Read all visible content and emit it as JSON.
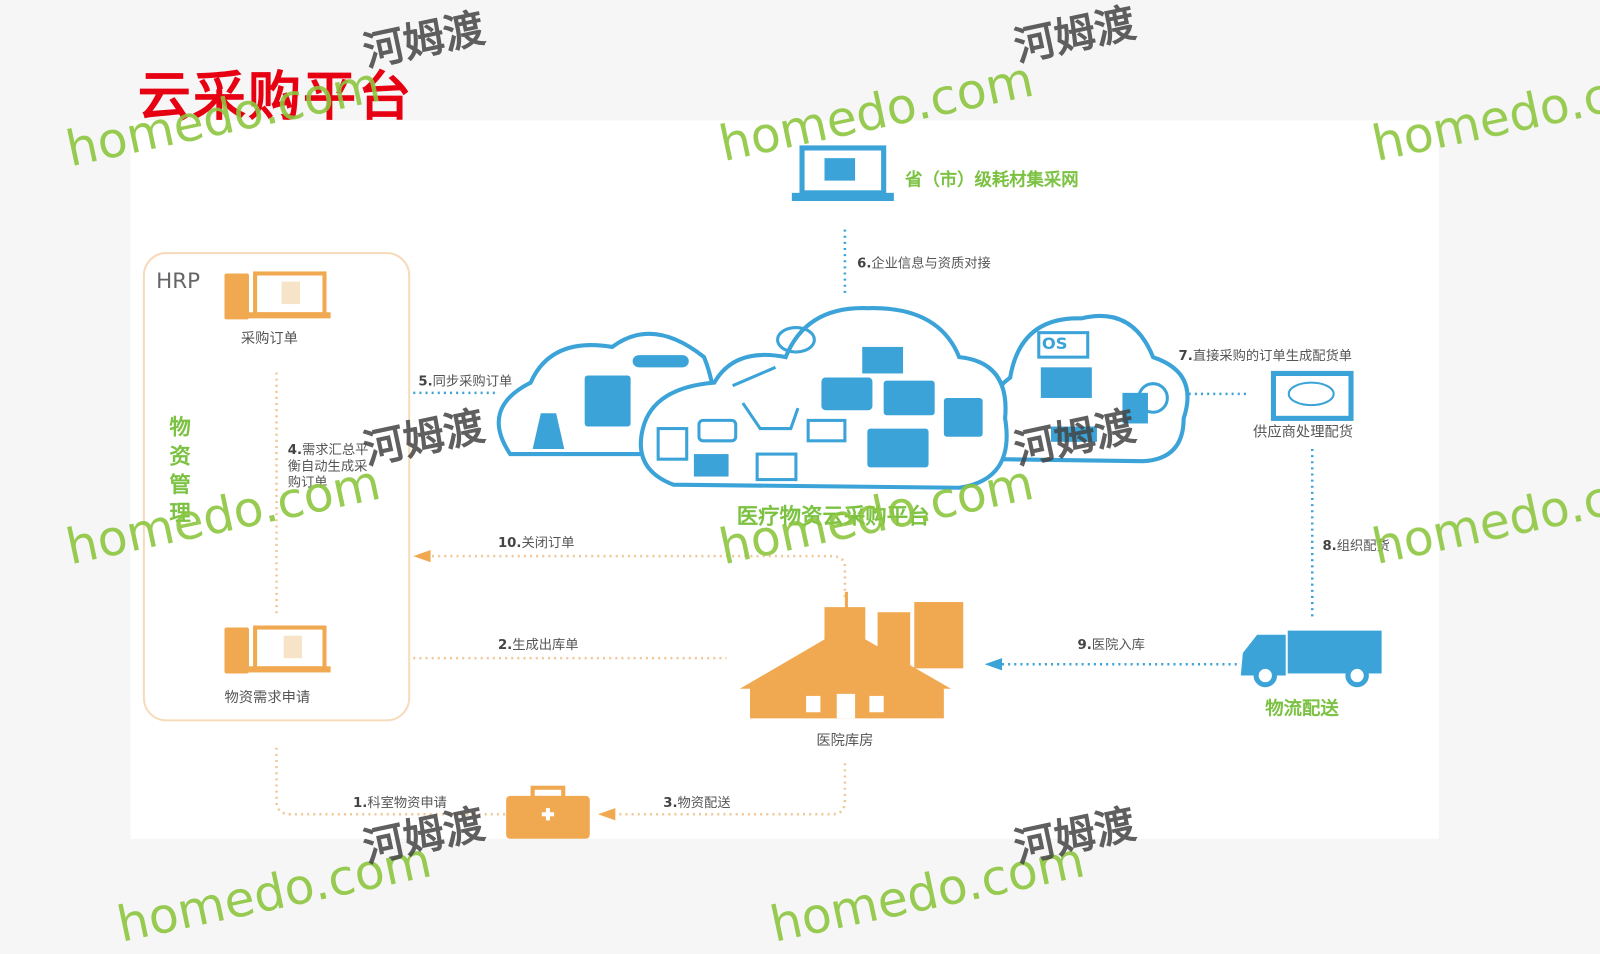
{
  "slide": {
    "title": "云采购平台"
  },
  "diagram": {
    "provincial_network": "省（市）级耗材集采网",
    "cloud_platform": "医疗物资云采购平台",
    "hrp": {
      "label": "HRP",
      "side_label": [
        "物",
        "资",
        "管",
        "理"
      ],
      "purchase_order": "采购订单",
      "material_request": "物资需求申请"
    },
    "supplier": "供应商处理配货",
    "logistics": "物流配送",
    "hospital_warehouse": "医院库房",
    "steps": [
      {
        "num": "1.",
        "text": "科室物资申请"
      },
      {
        "num": "2.",
        "text": "生成出库单"
      },
      {
        "num": "3.",
        "text": "物资配送"
      },
      {
        "num": "4.",
        "text": "需求汇总平衡自动生成采购订单"
      },
      {
        "num": "5.",
        "text": "同步采购订单"
      },
      {
        "num": "6.",
        "text": "企业信息与资质对接"
      },
      {
        "num": "7.",
        "text": "直接采购的订单生成配货单"
      },
      {
        "num": "8.",
        "text": "组织配货"
      },
      {
        "num": "9.",
        "text": "医院入库"
      },
      {
        "num": "10.",
        "text": "关闭订单"
      }
    ],
    "cloud_icon_text": "OS"
  },
  "watermark": {
    "latin": "homedo.com",
    "cn": "河姆渡"
  },
  "colors": {
    "title": "#e60012",
    "blue": "#3ba3d8",
    "orange": "#f0a951",
    "green": "#7cc242"
  }
}
